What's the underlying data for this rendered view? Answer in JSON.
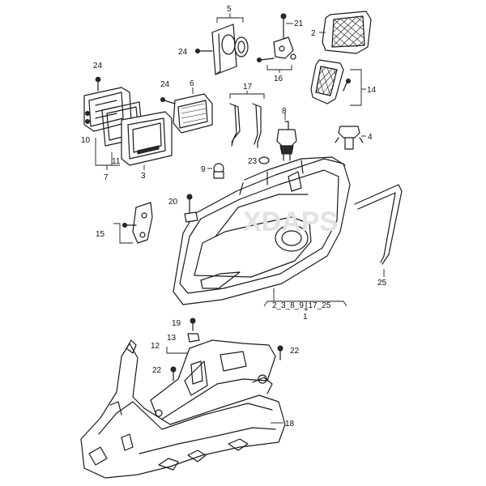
{
  "callouts": {
    "c1": "1",
    "c2": "2",
    "c3": "3",
    "c4": "4",
    "c5": "5",
    "c6": "6",
    "c7": "7",
    "c8": "8",
    "c9": "9",
    "c10": "10",
    "c11": "11",
    "c12": "12",
    "c13": "13",
    "c14": "14",
    "c15": "15",
    "c16": "16",
    "c17": "17",
    "c18": "18",
    "c19": "19",
    "c20": "20",
    "c21": "21",
    "c22a": "22",
    "c22b": "22",
    "c23": "23",
    "c24a": "24",
    "c24b": "24",
    "c25": "25"
  },
  "group_label": "2_3_8_9_17_25",
  "colors": {
    "line": "#1a1a1a",
    "background": "#ffffff"
  }
}
